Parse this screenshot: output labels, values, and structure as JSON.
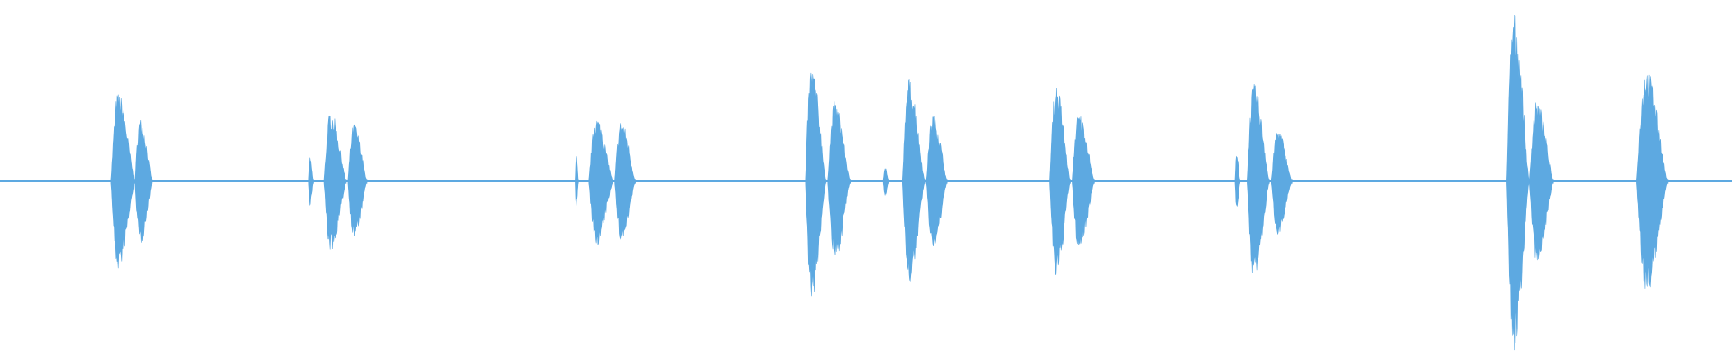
{
  "chart_data": {
    "type": "area",
    "title": "",
    "xlabel": "",
    "ylabel": "",
    "xlim": [
      0,
      1
    ],
    "ylim": [
      -1,
      1
    ],
    "grid": false,
    "legend": "none",
    "color": "#5DA9E1",
    "baseline_amplitude": 0.012,
    "series": [
      {
        "bursts": [
          {
            "start": 0.064,
            "end": 0.078,
            "peak": 0.52
          },
          {
            "start": 0.078,
            "end": 0.088,
            "peak": 0.37
          },
          {
            "start": 0.178,
            "end": 0.181,
            "peak": 0.14
          },
          {
            "start": 0.187,
            "end": 0.2,
            "peak": 0.41
          },
          {
            "start": 0.201,
            "end": 0.212,
            "peak": 0.34
          },
          {
            "start": 0.332,
            "end": 0.334,
            "peak": 0.16
          },
          {
            "start": 0.34,
            "end": 0.354,
            "peak": 0.38
          },
          {
            "start": 0.355,
            "end": 0.367,
            "peak": 0.36
          },
          {
            "start": 0.465,
            "end": 0.477,
            "peak": 0.68
          },
          {
            "start": 0.478,
            "end": 0.491,
            "peak": 0.47
          },
          {
            "start": 0.51,
            "end": 0.513,
            "peak": 0.09
          },
          {
            "start": 0.521,
            "end": 0.534,
            "peak": 0.6
          },
          {
            "start": 0.535,
            "end": 0.547,
            "peak": 0.4
          },
          {
            "start": 0.606,
            "end": 0.618,
            "peak": 0.57
          },
          {
            "start": 0.619,
            "end": 0.632,
            "peak": 0.4
          },
          {
            "start": 0.713,
            "end": 0.716,
            "peak": 0.16
          },
          {
            "start": 0.72,
            "end": 0.733,
            "peak": 0.57
          },
          {
            "start": 0.734,
            "end": 0.746,
            "peak": 0.31
          },
          {
            "start": 0.87,
            "end": 0.883,
            "peak": 1.0
          },
          {
            "start": 0.883,
            "end": 0.897,
            "peak": 0.47
          },
          {
            "start": 0.945,
            "end": 0.963,
            "peak": 0.66
          }
        ]
      }
    ]
  }
}
